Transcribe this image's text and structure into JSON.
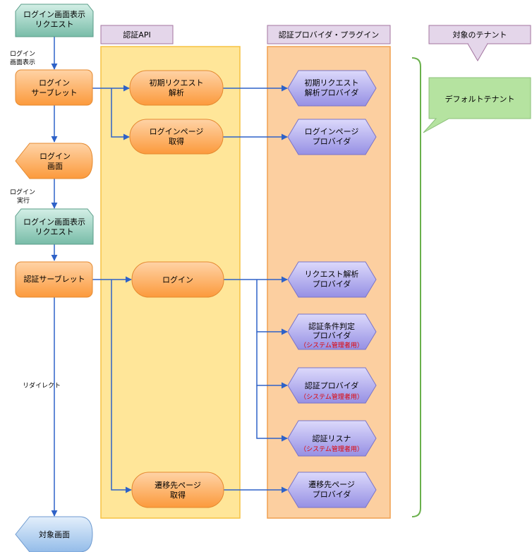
{
  "lanes": {
    "auth_api": "認証API",
    "plugin": "認証プロバイダ・プラグイン",
    "tenant": "対象のテナント"
  },
  "tenant_callout": "デフォルトテナント",
  "flow": {
    "request1": [
      "ログイン画面表示",
      "リクエスト"
    ],
    "label_display": [
      "ログイン",
      "画面表示"
    ],
    "login_servlet": [
      "ログイン",
      "サーブレット"
    ],
    "login_screen": [
      "ログイン",
      "画面"
    ],
    "label_execute": [
      "ログイン",
      "実行"
    ],
    "request2": [
      "ログイン画面表示",
      "リクエスト"
    ],
    "auth_servlet": [
      "認証サーブレット"
    ],
    "label_redirect": [
      "リダイレクト"
    ],
    "target_screen": [
      "対象画面"
    ]
  },
  "api": {
    "init_parse": [
      "初期リクエスト",
      "解析"
    ],
    "login_page": [
      "ログインページ",
      "取得"
    ],
    "login": [
      "ログイン"
    ],
    "dest_page": [
      "遷移先ページ",
      "取得"
    ]
  },
  "providers": {
    "init_parse_provider": [
      "初期リクエスト",
      "解析プロバイダ"
    ],
    "login_page_provider": [
      "ログインページ",
      "プロバイダ"
    ],
    "request_parse_provider": [
      "リクエスト解析",
      "プロバイダ"
    ],
    "auth_condition_provider": [
      "認証条件判定",
      "プロバイダ"
    ],
    "auth_provider": [
      "認証プロバイダ"
    ],
    "auth_listener": [
      "認証リスナ"
    ],
    "dest_page_provider": [
      "遷移先ページ",
      "プロバイダ"
    ]
  },
  "admin_note": "（システム管理者用）",
  "colors": {
    "lane_api_fill": "#ffe699",
    "lane_api_stroke": "#f5c242",
    "lane_plugin_fill": "#fccfa0",
    "lane_plugin_stroke": "#f0a050",
    "lane_header": "#e4d6ea",
    "lane_header_stroke": "#a3749f",
    "orange": "#fda044",
    "teal": "#8ccaba",
    "purple": "#a8a2ea",
    "blue_screen": "#a4c8ee",
    "callout": "#b5e3a0",
    "arrow": "#2e62c8",
    "bracket": "#6ab04c"
  }
}
